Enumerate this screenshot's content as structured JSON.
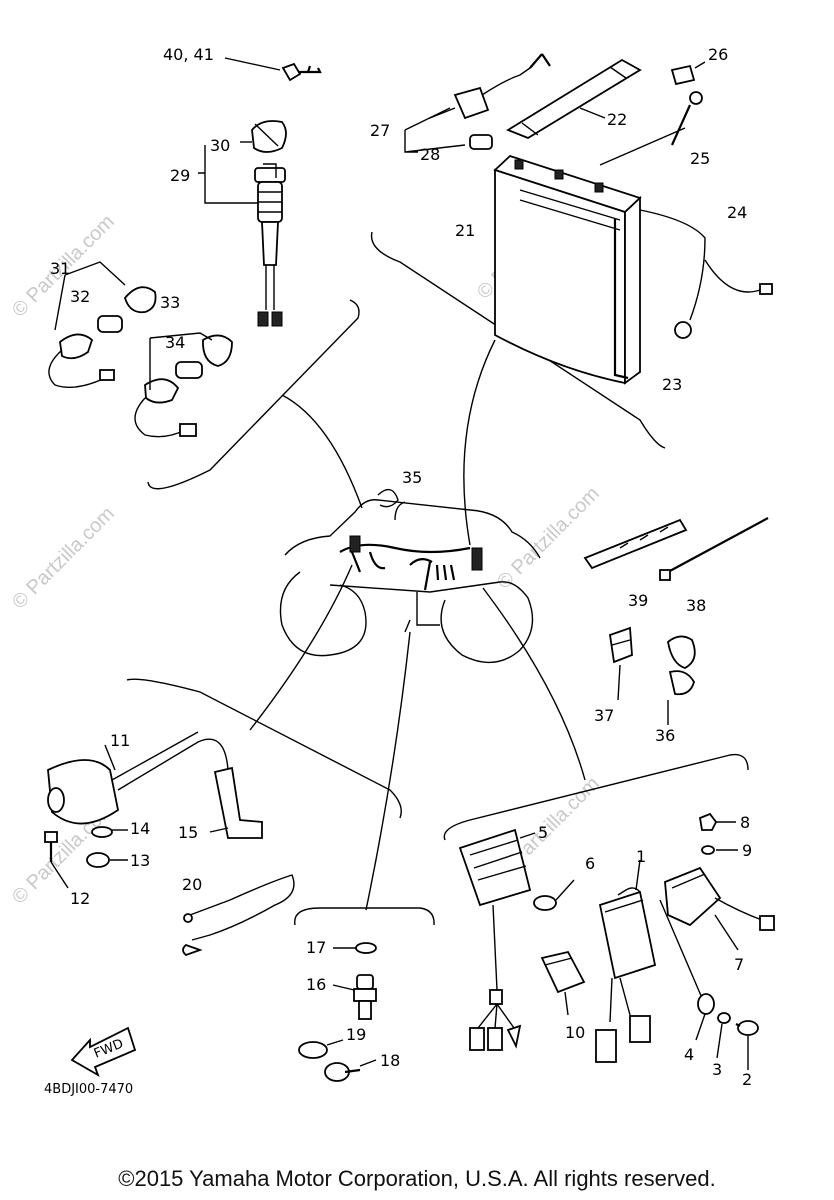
{
  "diagram_code": "4BDJI00-7470",
  "copyright": "©2015 Yamaha Motor Corporation, U.S.A. All rights reserved.",
  "watermark": "© Partzilla.com",
  "fwd_label": "FWD",
  "callouts": {
    "c1": "1",
    "c2": "2",
    "c3": "3",
    "c4": "4",
    "c5": "5",
    "c6": "6",
    "c7": "7",
    "c8": "8",
    "c9": "9",
    "c10": "10",
    "c11": "11",
    "c12": "12",
    "c13": "13",
    "c14": "14",
    "c15": "15",
    "c16": "16",
    "c17": "17",
    "c18": "18",
    "c19": "19",
    "c20": "20",
    "c21": "21",
    "c22": "22",
    "c23": "23",
    "c24": "24",
    "c25": "25",
    "c26": "26",
    "c27": "27",
    "c28": "28",
    "c29": "29",
    "c30": "30",
    "c31": "31",
    "c32": "32",
    "c33": "33",
    "c34": "34",
    "c35": "35",
    "c36": "36",
    "c37": "37",
    "c38": "38",
    "c39": "39",
    "c4041": "40, 41"
  }
}
